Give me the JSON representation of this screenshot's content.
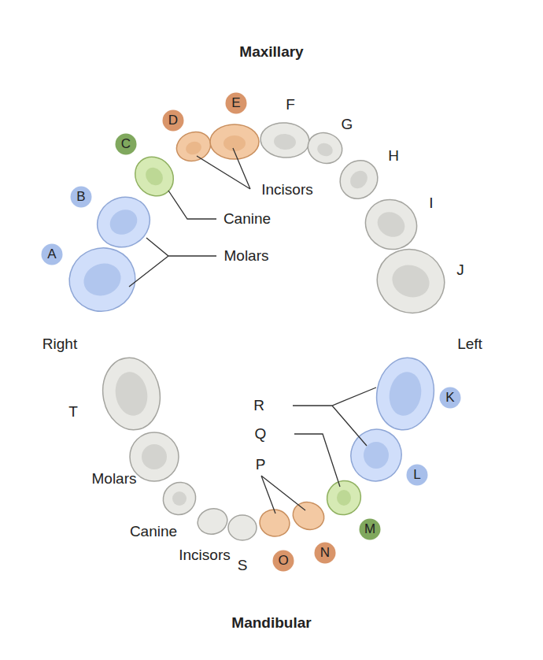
{
  "diagram": {
    "nodes": [
      {
        "text": [
          "D"
        ]
      },
      {
        "text": [
          "E"
        ]
      },
      {
        "text": [
          "C"
        ]
      },
      {
        "text": [
          "B"
        ]
      },
      {
        "text": [
          "A"
        ]
      },
      {
        "text": [
          "K"
        ]
      },
      {
        "text": [
          "L"
        ]
      },
      {
        "text": [
          "M"
        ]
      },
      {
        "text": [
          "N"
        ]
      },
      {
        "text": [
          "O"
        ]
      }
    ],
    "labels": [
      "Maxillary",
      "F",
      "G",
      "H",
      "I",
      "J",
      "Incisors",
      "Canine",
      "Molars",
      "Right",
      "Left",
      "T",
      "Molars",
      "Canine",
      "Incisors",
      "S",
      "R",
      "Q",
      "P",
      "Mandibular"
    ]
  }
}
